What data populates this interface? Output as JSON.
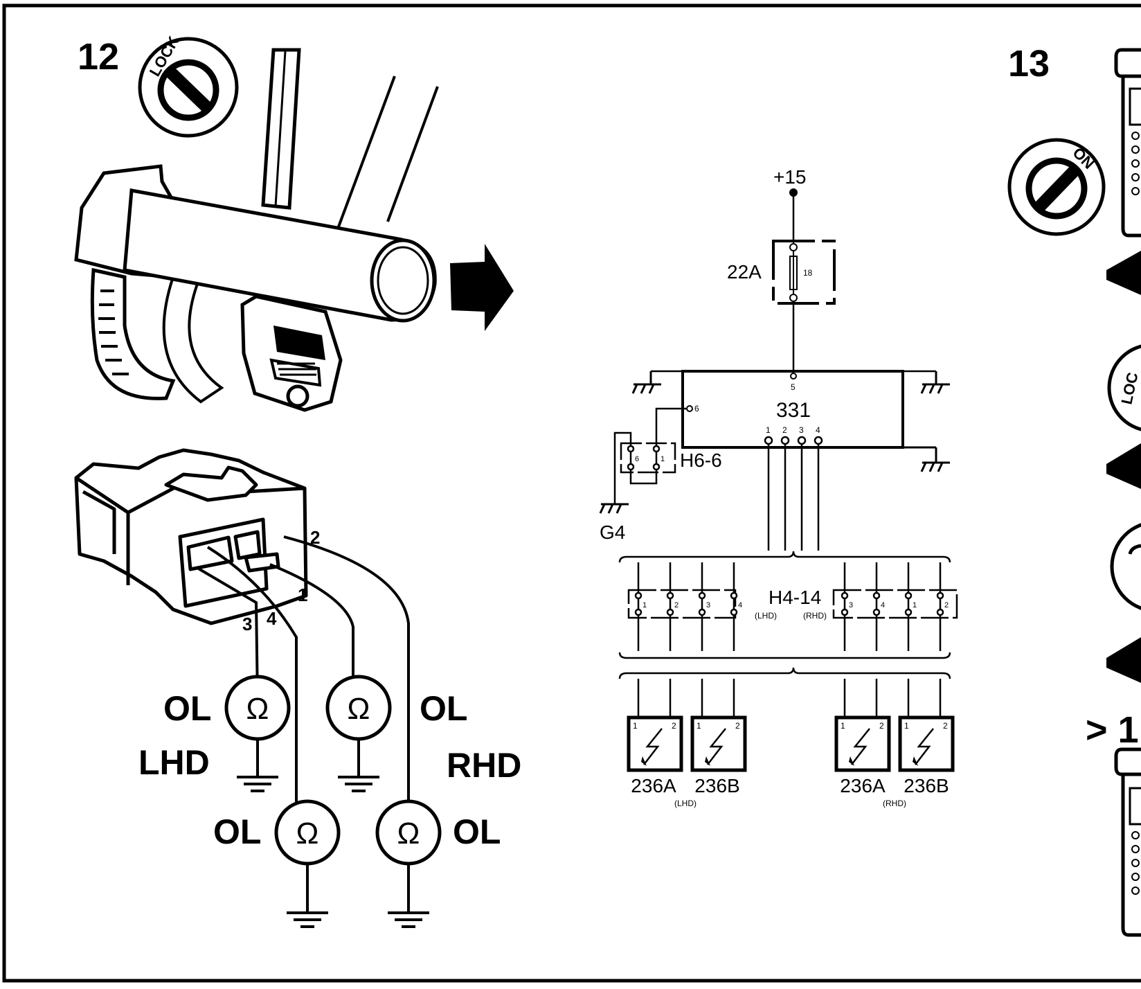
{
  "steps": {
    "step12": "12",
    "step13": "13",
    "step_next": "> 1"
  },
  "ignition": {
    "lock": "LOCK",
    "on": "ON",
    "lock_partial": "LOC"
  },
  "connector": {
    "pin1": "1",
    "pin2": "2",
    "pin3": "3",
    "pin4": "4"
  },
  "meters": {
    "ohm": "Ω",
    "ol": "OL",
    "lhd": "LHD",
    "rhd": "RHD"
  },
  "circuit": {
    "supply": "+15",
    "fuse_label": "22A",
    "fuse_number": "18",
    "module_label": "331",
    "module_pin5": "5",
    "module_pin6": "6",
    "module_pins": [
      "1",
      "2",
      "3",
      "4"
    ],
    "connector_h66": "H6-6",
    "h66_pin6": "6",
    "h66_pin1": "1",
    "ground_g4": "G4",
    "connector_h414": "H4-14",
    "lhd_tag": "(LHD)",
    "rhd_tag": "(RHD)",
    "h414_lhd_pins": [
      "1",
      "2",
      "3",
      "4"
    ],
    "h414_rhd_pins": [
      "3",
      "4",
      "1",
      "2"
    ],
    "actuator_pin1": "1",
    "actuator_pin2": "2",
    "actuators_lhd": [
      "236A",
      "236B"
    ],
    "actuators_rhd": [
      "236A",
      "236B"
    ],
    "group_lhd": "(LHD)",
    "group_rhd": "(RHD)"
  }
}
